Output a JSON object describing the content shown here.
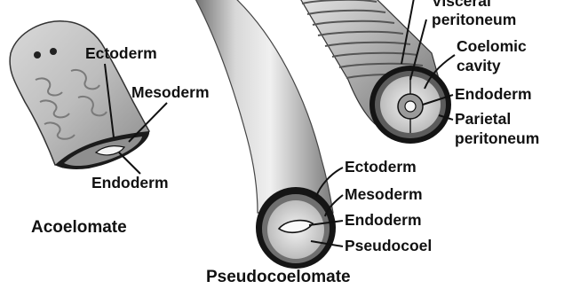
{
  "panels": {
    "acoelomate": {
      "title": "Acoelomate",
      "labels": {
        "ectoderm": "Ectoderm",
        "mesoderm": "Mesoderm",
        "endoderm": "Endoderm"
      }
    },
    "pseudocoelomate": {
      "title": "Pseudocoelomate",
      "labels": {
        "ectoderm": "Ectoderm",
        "mesoderm": "Mesoderm",
        "endoderm": "Endoderm",
        "pseudocoel": "Pseudocoel"
      }
    },
    "coelomate": {
      "labels": {
        "visceral_1": "Visceral",
        "visceral_2": "peritoneum",
        "coelomic_1": "Coelomic",
        "coelomic_2": "cavity",
        "endoderm": "Endoderm",
        "parietal_1": "Parietal",
        "parietal_2": "peritoneum"
      }
    }
  }
}
